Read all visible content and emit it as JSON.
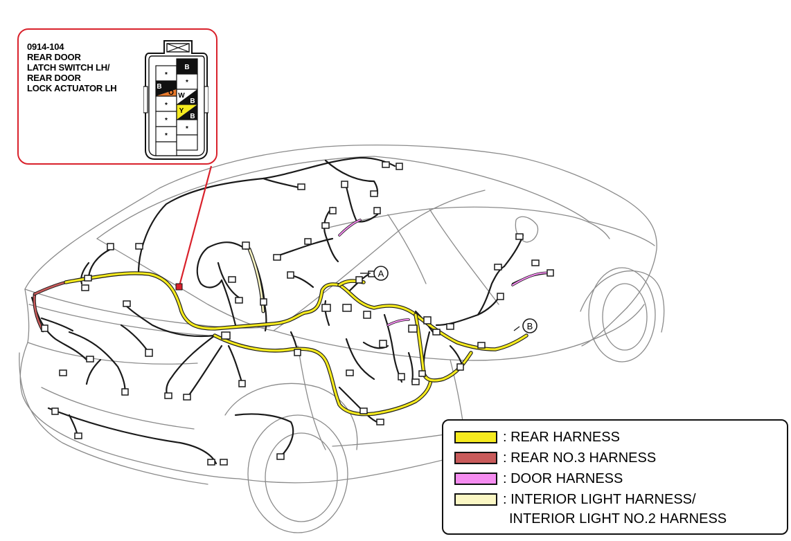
{
  "connector": {
    "code": "0914-104",
    "name_lines": [
      "REAR DOOR",
      "LATCH SWITCH LH/",
      "REAR DOOR",
      "LOCK ACTUATOR LH"
    ],
    "pins": {
      "left": [
        "*",
        "B",
        "O",
        "*",
        "*",
        "*"
      ],
      "right": [
        "B",
        "*",
        "W",
        "B",
        "Y",
        "B",
        "*"
      ]
    }
  },
  "markers": [
    "A",
    "B"
  ],
  "legend": {
    "items": [
      {
        "label": ": REAR HARNESS",
        "color": "#f5ea1e"
      },
      {
        "label": ": REAR NO.3 HARNESS",
        "color": "#c85a5a"
      },
      {
        "label": ": DOOR HARNESS",
        "color": "#f58cf0"
      },
      {
        "label": ": INTERIOR LIGHT HARNESS/",
        "color": "#fbf7c4"
      }
    ],
    "continuation": "INTERIOR LIGHT NO.2 HARNESS"
  },
  "colors": {
    "callout_border": "#d9212b",
    "pin_orange": "#e8782a",
    "pin_yellow": "#f5ea1e",
    "pin_black": "#111111"
  }
}
